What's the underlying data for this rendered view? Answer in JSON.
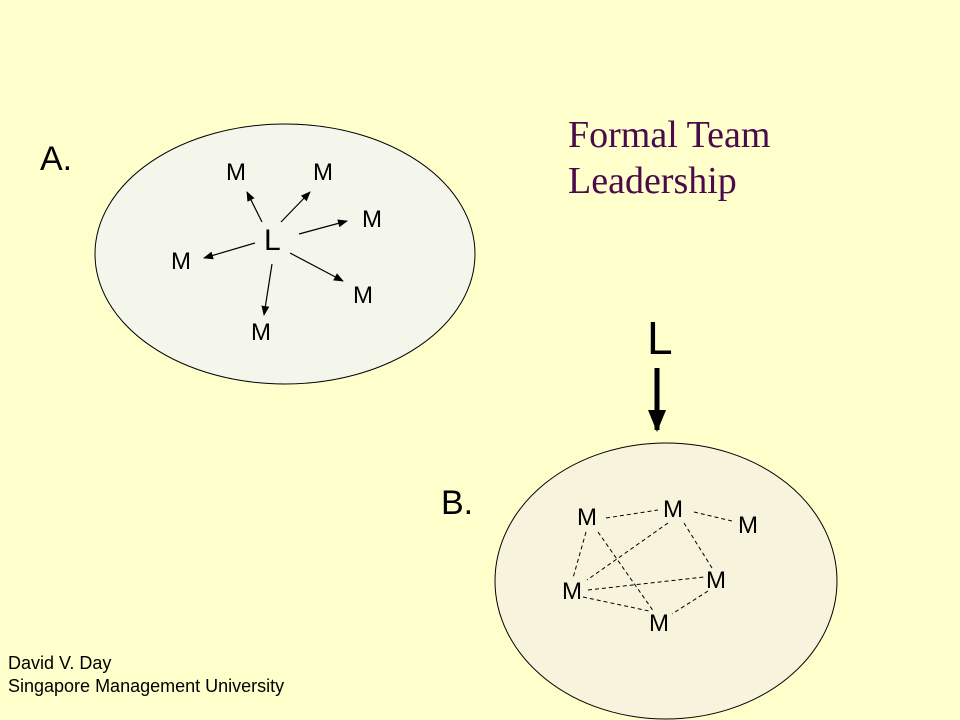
{
  "title": {
    "line1": "Formal Team",
    "line2": "Leadership"
  },
  "panel_a": {
    "label": "A.",
    "leader": "L",
    "members": [
      "M",
      "M",
      "M",
      "M",
      "M",
      "M"
    ]
  },
  "panel_b": {
    "label": "B.",
    "external_leader": "L",
    "members": [
      "M",
      "M",
      "M",
      "M",
      "M",
      "M"
    ]
  },
  "footer": {
    "author": "David V. Day",
    "affiliation": "Singapore Management University"
  },
  "colors": {
    "background": "#FFFFCC",
    "ellipse_a_fill": "#F4F6EC",
    "ellipse_b_fill": "#F7F3DC",
    "title": "#4B0A4B"
  }
}
